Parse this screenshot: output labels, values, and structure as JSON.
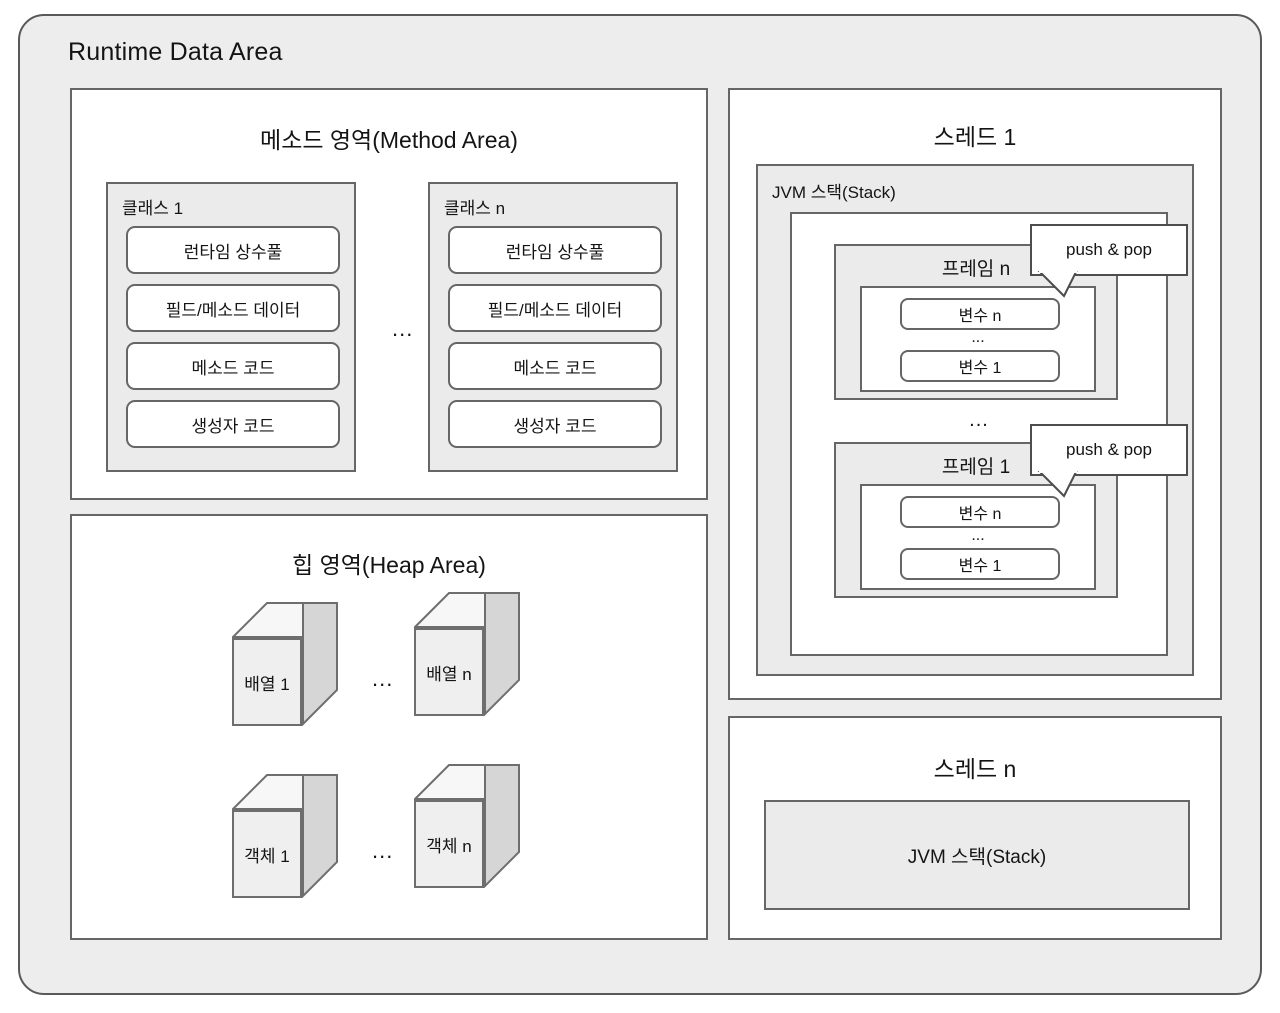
{
  "diagram": {
    "title": "Runtime Data Area",
    "method_area": {
      "title": "메소드 영역(Method Area)",
      "ellipsis": "...",
      "classes": [
        {
          "label": "클래스 1",
          "items": [
            "런타임 상수풀",
            "필드/메소드 데이터",
            "메소드 코드",
            "생성자 코드"
          ]
        },
        {
          "label": "클래스 n",
          "items": [
            "런타임 상수풀",
            "필드/메소드 데이터",
            "메소드 코드",
            "생성자 코드"
          ]
        }
      ]
    },
    "heap_area": {
      "title": "힙 영역(Heap Area)",
      "ellipsis_1": "...",
      "ellipsis_2": "...",
      "cubes": [
        {
          "label": "배열 1"
        },
        {
          "label": "배열 n"
        },
        {
          "label": "객체 1"
        },
        {
          "label": "객체 n"
        }
      ]
    },
    "thread_1": {
      "title": "스레드 1",
      "stack_label": "JVM 스택(Stack)",
      "frames_ellipsis": "...",
      "frames": [
        {
          "title": "프레임 n",
          "var_top": "변수 n",
          "var_ellipsis": "...",
          "var_bottom": "변수 1"
        },
        {
          "title": "프레임 1",
          "var_top": "변수 n",
          "var_ellipsis": "...",
          "var_bottom": "변수 1"
        }
      ],
      "callouts": [
        {
          "label": "push & pop"
        },
        {
          "label": "push & pop"
        }
      ]
    },
    "thread_n": {
      "title": "스레드 n",
      "stack_label": "JVM 스택(Stack)"
    },
    "colors": {
      "outer_fill": "#ededed",
      "box_fill_gray": "#ebebeb",
      "box_fill_white": "#ffffff",
      "stroke": "#666666",
      "text": "#141414"
    }
  }
}
